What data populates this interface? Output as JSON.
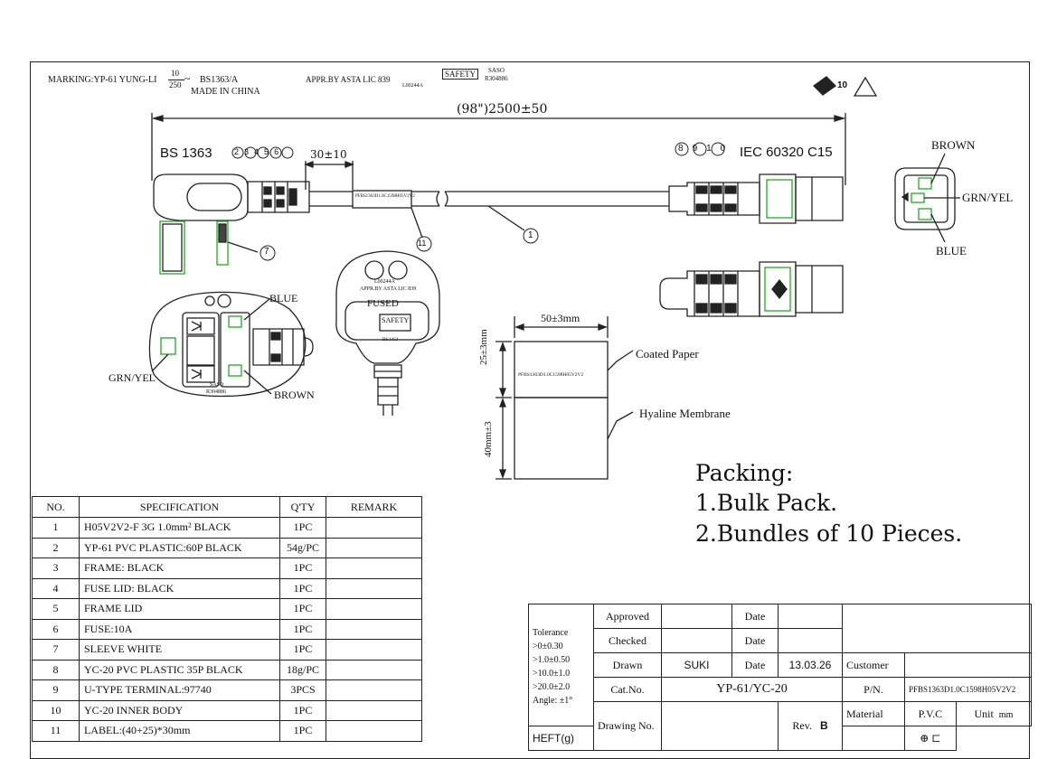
{
  "marking": {
    "prefix": "MARKING:YP-61  YUNG-LI",
    "rating_top": "10",
    "rating_bottom": "250",
    "rating_suffix": "~",
    "standard": "BS1363/A",
    "made_in": "MADE IN CHINA",
    "approval": "APPR.BY ASTA LIC 839",
    "lic_code": "L00244A",
    "safety_mark": "SAFETY",
    "saso": "SASO",
    "saso_no": "R304886"
  },
  "vde_label": "10",
  "dimensions": {
    "overall": "(98\")2500±50",
    "strip": "30±10",
    "label_width": "50±3mm",
    "label_height_1": "25±3mm",
    "label_height_2": "40mm±3"
  },
  "plug": {
    "title": "BS 1363",
    "items": [
      "2",
      "3",
      "4",
      "5",
      "6"
    ],
    "pin_callout": "7",
    "label_text": "PFBS1363D1.0C1598H05V2V2",
    "callout_11": "11"
  },
  "connector": {
    "items": [
      "8",
      "9",
      "10"
    ],
    "title": "IEC 60320 C15",
    "cable_callout": "1"
  },
  "end_view": {
    "brown": "BROWN",
    "grn_yel": "GRN/YEL",
    "blue": "BLUE"
  },
  "plug_internal": {
    "blue": "BLUE",
    "brown": "BROWN",
    "grn_yel": "GRN/YEL",
    "saso": "SASO",
    "saso_no": "R304886"
  },
  "plug_front": {
    "lic": "L00244A",
    "appr": "APPR.BY ASTA LIC 839",
    "fused": "FUSED",
    "safety": "SAFETY",
    "bs": "BS 1454"
  },
  "label_callouts": {
    "coated_paper": "Coated Paper",
    "hyaline": "Hyaline Membrane",
    "label_text": "PFBS1363D1.0C1598H05V2V2"
  },
  "packing": {
    "title": "Packing:",
    "line1": "1.Bulk Pack.",
    "line2": "2.Bundles of 10 Pieces."
  },
  "spec_table": {
    "headers": [
      "NO.",
      "SPECIFICATION",
      "Q'TY",
      "REMARK"
    ],
    "rows": [
      {
        "no": "1",
        "spec": "H05V2V2-F 3G 1.0mm² BLACK",
        "qty": "1PC",
        "remark": ""
      },
      {
        "no": "2",
        "spec": "YP-61 PVC PLASTIC:60P BLACK",
        "qty": "54g/PC",
        "remark": ""
      },
      {
        "no": "3",
        "spec": "FRAME: BLACK",
        "qty": "1PC",
        "remark": ""
      },
      {
        "no": "4",
        "spec": "FUSE LID: BLACK",
        "qty": "1PC",
        "remark": ""
      },
      {
        "no": "5",
        "spec": "FRAME LID",
        "qty": "1PC",
        "remark": ""
      },
      {
        "no": "6",
        "spec": "FUSE:10A",
        "qty": "1PC",
        "remark": ""
      },
      {
        "no": "7",
        "spec": "SLEEVE WHITE",
        "qty": "1PC",
        "remark": ""
      },
      {
        "no": "8",
        "spec": "YC-20 PVC PLASTIC 35P BLACK",
        "qty": "18g/PC",
        "remark": ""
      },
      {
        "no": "9",
        "spec": "U-TYPE TERMINAL:97740",
        "qty": "3PCS",
        "remark": ""
      },
      {
        "no": "10",
        "spec": "YC-20 INNER BODY",
        "qty": "1PC",
        "remark": ""
      },
      {
        "no": "11",
        "spec": "LABEL:(40+25)*30mm",
        "qty": "1PC",
        "remark": ""
      }
    ]
  },
  "title_block": {
    "tolerance": [
      "Tolerance",
      ">0±0.30",
      ">1.0±0.50",
      ">10.0±1.0",
      ">20.0±2.0",
      "Angle: ±1°"
    ],
    "approved": "Approved",
    "checked": "Checked",
    "drawn": "Drawn",
    "drawn_by": "SUKI",
    "date": "Date",
    "date_value": "13.03.26",
    "cat_no": "Cat.No.",
    "cat_value": "YP-61/YC-20",
    "drawing_no": "Drawing No.",
    "rev": "Rev.",
    "rev_value": "B",
    "customer": "Customer",
    "pn": "P/N.",
    "pn_value": "PFBS1363D1.0C1598H05V2V2",
    "material": "Material",
    "material_value": "P.V.C",
    "unit": "Unit",
    "unit_value": "mm",
    "heft": "HEFT(g)"
  }
}
